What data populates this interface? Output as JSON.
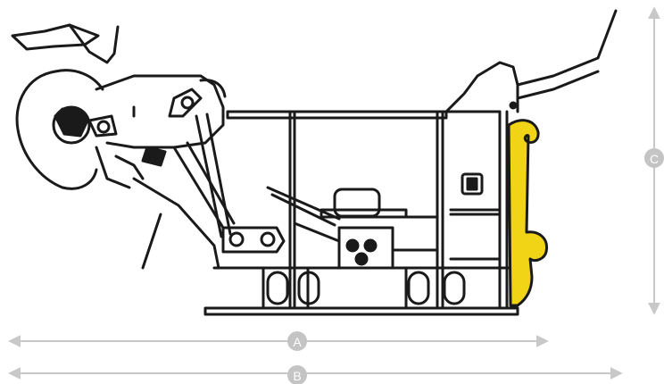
{
  "dimensions": [
    {
      "id": "A",
      "label": "A",
      "orientation": "horizontal"
    },
    {
      "id": "B",
      "label": "B",
      "orientation": "horizontal"
    },
    {
      "id": "C",
      "label": "C",
      "orientation": "vertical"
    }
  ],
  "colors": {
    "line": "#1a1a1a",
    "dimension": "#c8c8c8",
    "badge": "#c4c4c4",
    "highlight": "#f2d416"
  }
}
